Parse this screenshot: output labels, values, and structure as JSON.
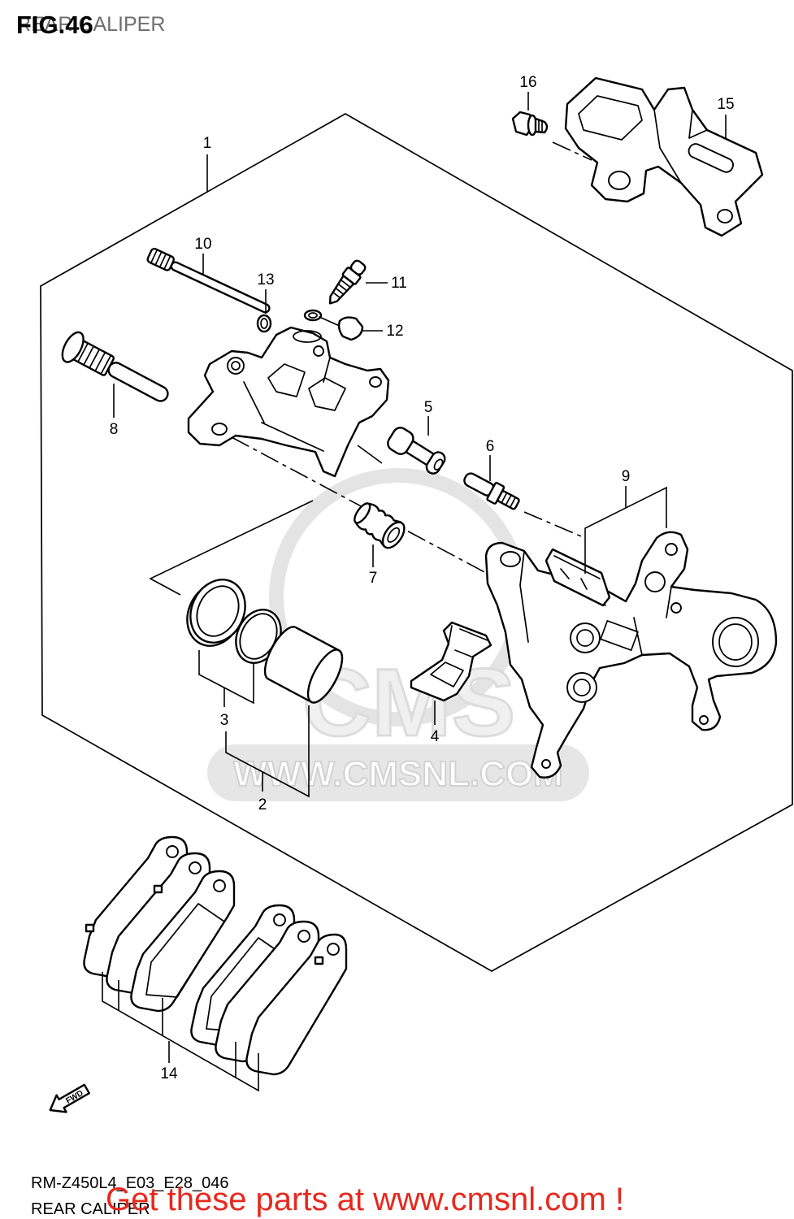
{
  "header": {
    "title": "REAR CALIPER",
    "fig_label": "FIG.46"
  },
  "callouts": [
    "1",
    "2",
    "3",
    "4",
    "5",
    "6",
    "7",
    "8",
    "9",
    "10",
    "11",
    "12",
    "13",
    "14",
    "15",
    "16"
  ],
  "fwd_label": "FWD",
  "watermark": {
    "logo_text": "CMS",
    "url_text": "WWW.CMSNL.COM"
  },
  "footer": {
    "diagram_code": "RM-Z450L4_E03_E28_046",
    "title": "REAR CALIPER"
  },
  "promo_banner": {
    "text": "Get these parts at www.cmsnl.com !"
  },
  "icons": {
    "fwd": "forward-direction-arrow-icon"
  },
  "colors": {
    "line": "#000000",
    "title_gray": "#6e6e6e",
    "promo_red": "#e8281e",
    "watermark_gray": "#e4e4e4",
    "background": "#ffffff"
  }
}
